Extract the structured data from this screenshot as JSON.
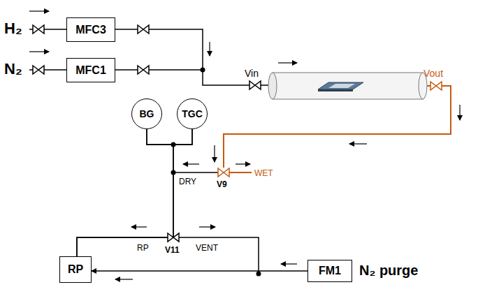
{
  "diagram": {
    "nodes": [
      {
        "text": [
          "MFC3"
        ]
      },
      {
        "text": [
          "MFC1"
        ]
      },
      {
        "text": [
          "BG"
        ]
      },
      {
        "text": [
          "TGC"
        ]
      },
      {
        "text": [
          "RP"
        ]
      },
      {
        "text": [
          "FM1"
        ]
      }
    ],
    "edges": [
      {
        "from": 2,
        "to": 3,
        "arrow": "none"
      },
      {
        "from": 2,
        "to": 4,
        "arrow": "none"
      },
      {
        "from": 3,
        "to": 4,
        "arrow": "none"
      },
      {
        "from": 5,
        "to": 4,
        "arrow": "to"
      }
    ],
    "labels": [
      "H₂",
      "N₂",
      "Vin",
      "Vout",
      "DRY",
      "WET",
      "V9",
      "RP",
      "V11",
      "VENT",
      "N₂ purge"
    ]
  }
}
